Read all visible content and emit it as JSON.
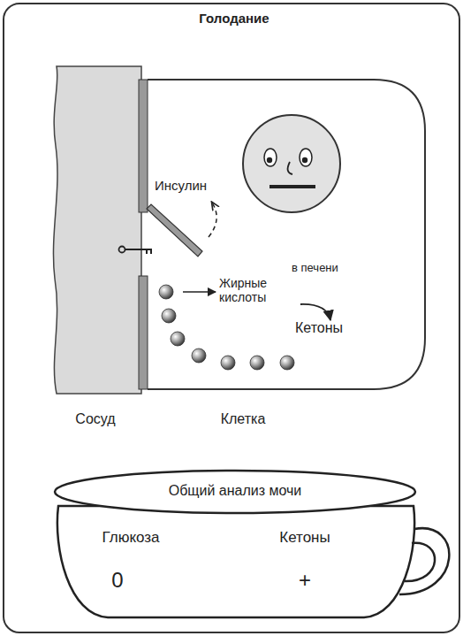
{
  "diagram": {
    "title": "Голодание",
    "nodes": [
      {
        "text": [
          "Сосуд"
        ]
      },
      {
        "text": [
          "Клетка"
        ]
      },
      {
        "text": [
          "Общий анализ мочи"
        ]
      },
      {
        "text": [
          "Глюкоза",
          "Кетоны",
          "0",
          "+"
        ]
      }
    ],
    "labels": [
      "Инсулин",
      "Жирные кислоты",
      "в печени",
      "Кетоны"
    ]
  }
}
